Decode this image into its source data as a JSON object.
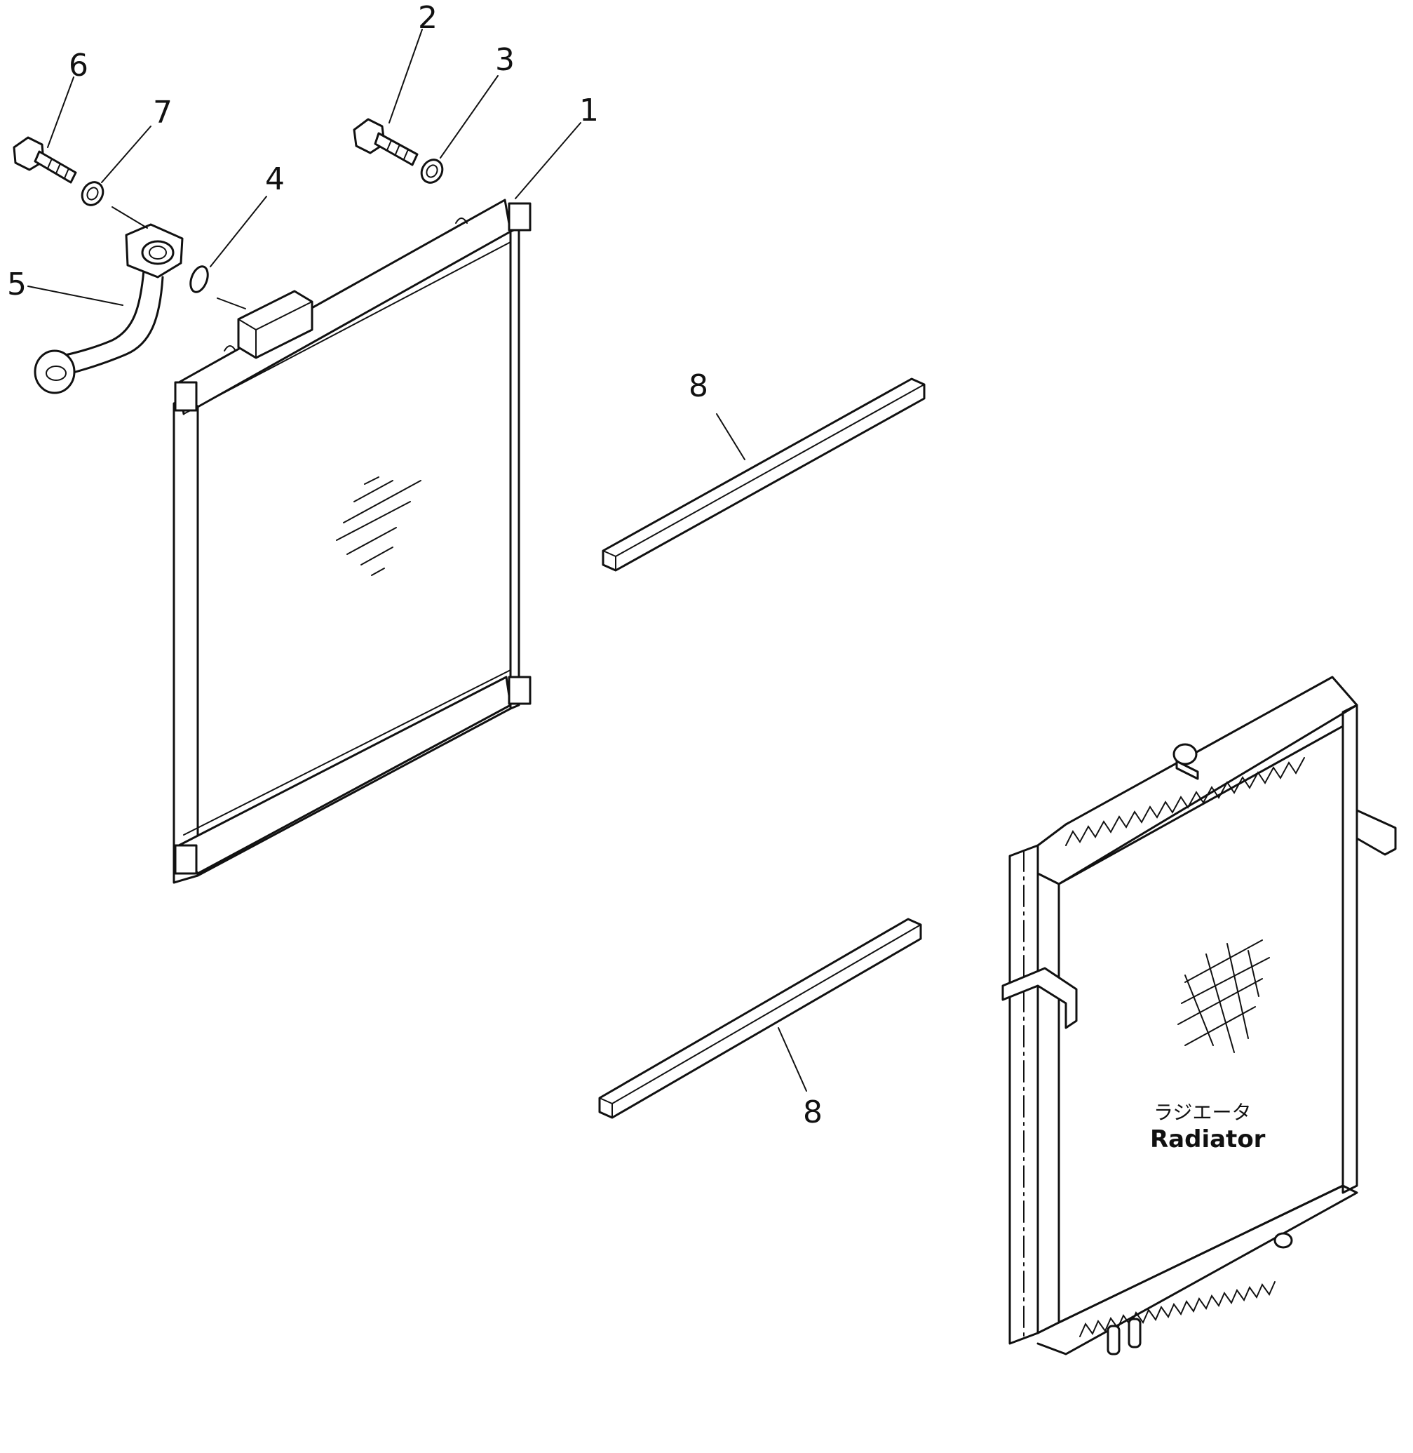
{
  "callouts": [
    "1",
    "2",
    "3",
    "4",
    "5",
    "6",
    "7",
    "8",
    "8"
  ],
  "radiator_label": {
    "japanese": "ラジエータ",
    "english": "Radiator"
  }
}
